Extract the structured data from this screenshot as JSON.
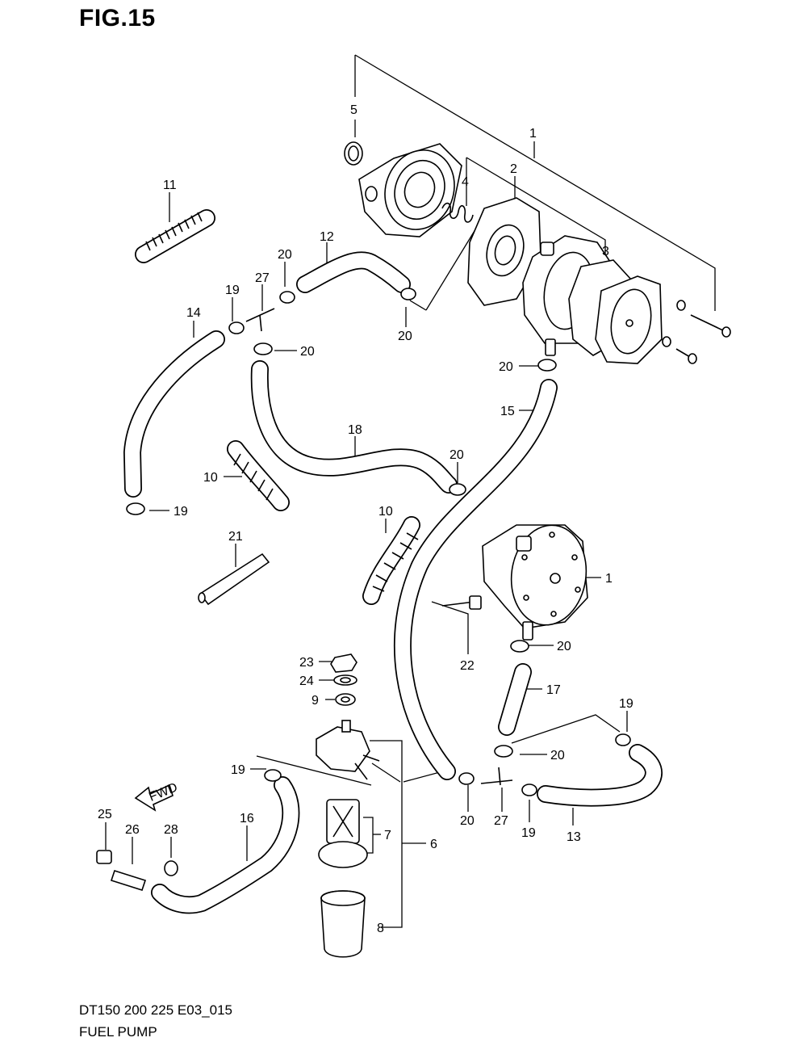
{
  "figure": {
    "title": "FIG.15"
  },
  "footer": {
    "model_code": "DT150 200 225 E03_015",
    "section_name": "FUEL PUMP"
  },
  "direction_arrow": {
    "label": "FWD"
  },
  "callouts": [
    {
      "id": "c-5",
      "label": "5"
    },
    {
      "id": "c-1a",
      "label": "1"
    },
    {
      "id": "c-2",
      "label": "2"
    },
    {
      "id": "c-4",
      "label": "4"
    },
    {
      "id": "c-3",
      "label": "3"
    },
    {
      "id": "c-11",
      "label": "11"
    },
    {
      "id": "c-12",
      "label": "12"
    },
    {
      "id": "c-20a",
      "label": "20"
    },
    {
      "id": "c-27a",
      "label": "27"
    },
    {
      "id": "c-19a",
      "label": "19"
    },
    {
      "id": "c-14",
      "label": "14"
    },
    {
      "id": "c-20b",
      "label": "20"
    },
    {
      "id": "c-20c",
      "label": "20"
    },
    {
      "id": "c-20d",
      "label": "20"
    },
    {
      "id": "c-15",
      "label": "15"
    },
    {
      "id": "c-18",
      "label": "18"
    },
    {
      "id": "c-20e",
      "label": "20"
    },
    {
      "id": "c-10a",
      "label": "10"
    },
    {
      "id": "c-19b",
      "label": "19"
    },
    {
      "id": "c-10b",
      "label": "10"
    },
    {
      "id": "c-21",
      "label": "21"
    },
    {
      "id": "c-1b",
      "label": "1"
    },
    {
      "id": "c-20f",
      "label": "20"
    },
    {
      "id": "c-22",
      "label": "22"
    },
    {
      "id": "c-23",
      "label": "23"
    },
    {
      "id": "c-24",
      "label": "24"
    },
    {
      "id": "c-9",
      "label": "9"
    },
    {
      "id": "c-17",
      "label": "17"
    },
    {
      "id": "c-19c",
      "label": "19"
    },
    {
      "id": "c-20g",
      "label": "20"
    },
    {
      "id": "c-19d",
      "label": "19"
    },
    {
      "id": "c-20h",
      "label": "20"
    },
    {
      "id": "c-27b",
      "label": "27"
    },
    {
      "id": "c-19e",
      "label": "19"
    },
    {
      "id": "c-13",
      "label": "13"
    },
    {
      "id": "c-25",
      "label": "25"
    },
    {
      "id": "c-26",
      "label": "26"
    },
    {
      "id": "c-28",
      "label": "28"
    },
    {
      "id": "c-16",
      "label": "16"
    },
    {
      "id": "c-7",
      "label": "7"
    },
    {
      "id": "c-6",
      "label": "6"
    },
    {
      "id": "c-8",
      "label": "8"
    }
  ]
}
